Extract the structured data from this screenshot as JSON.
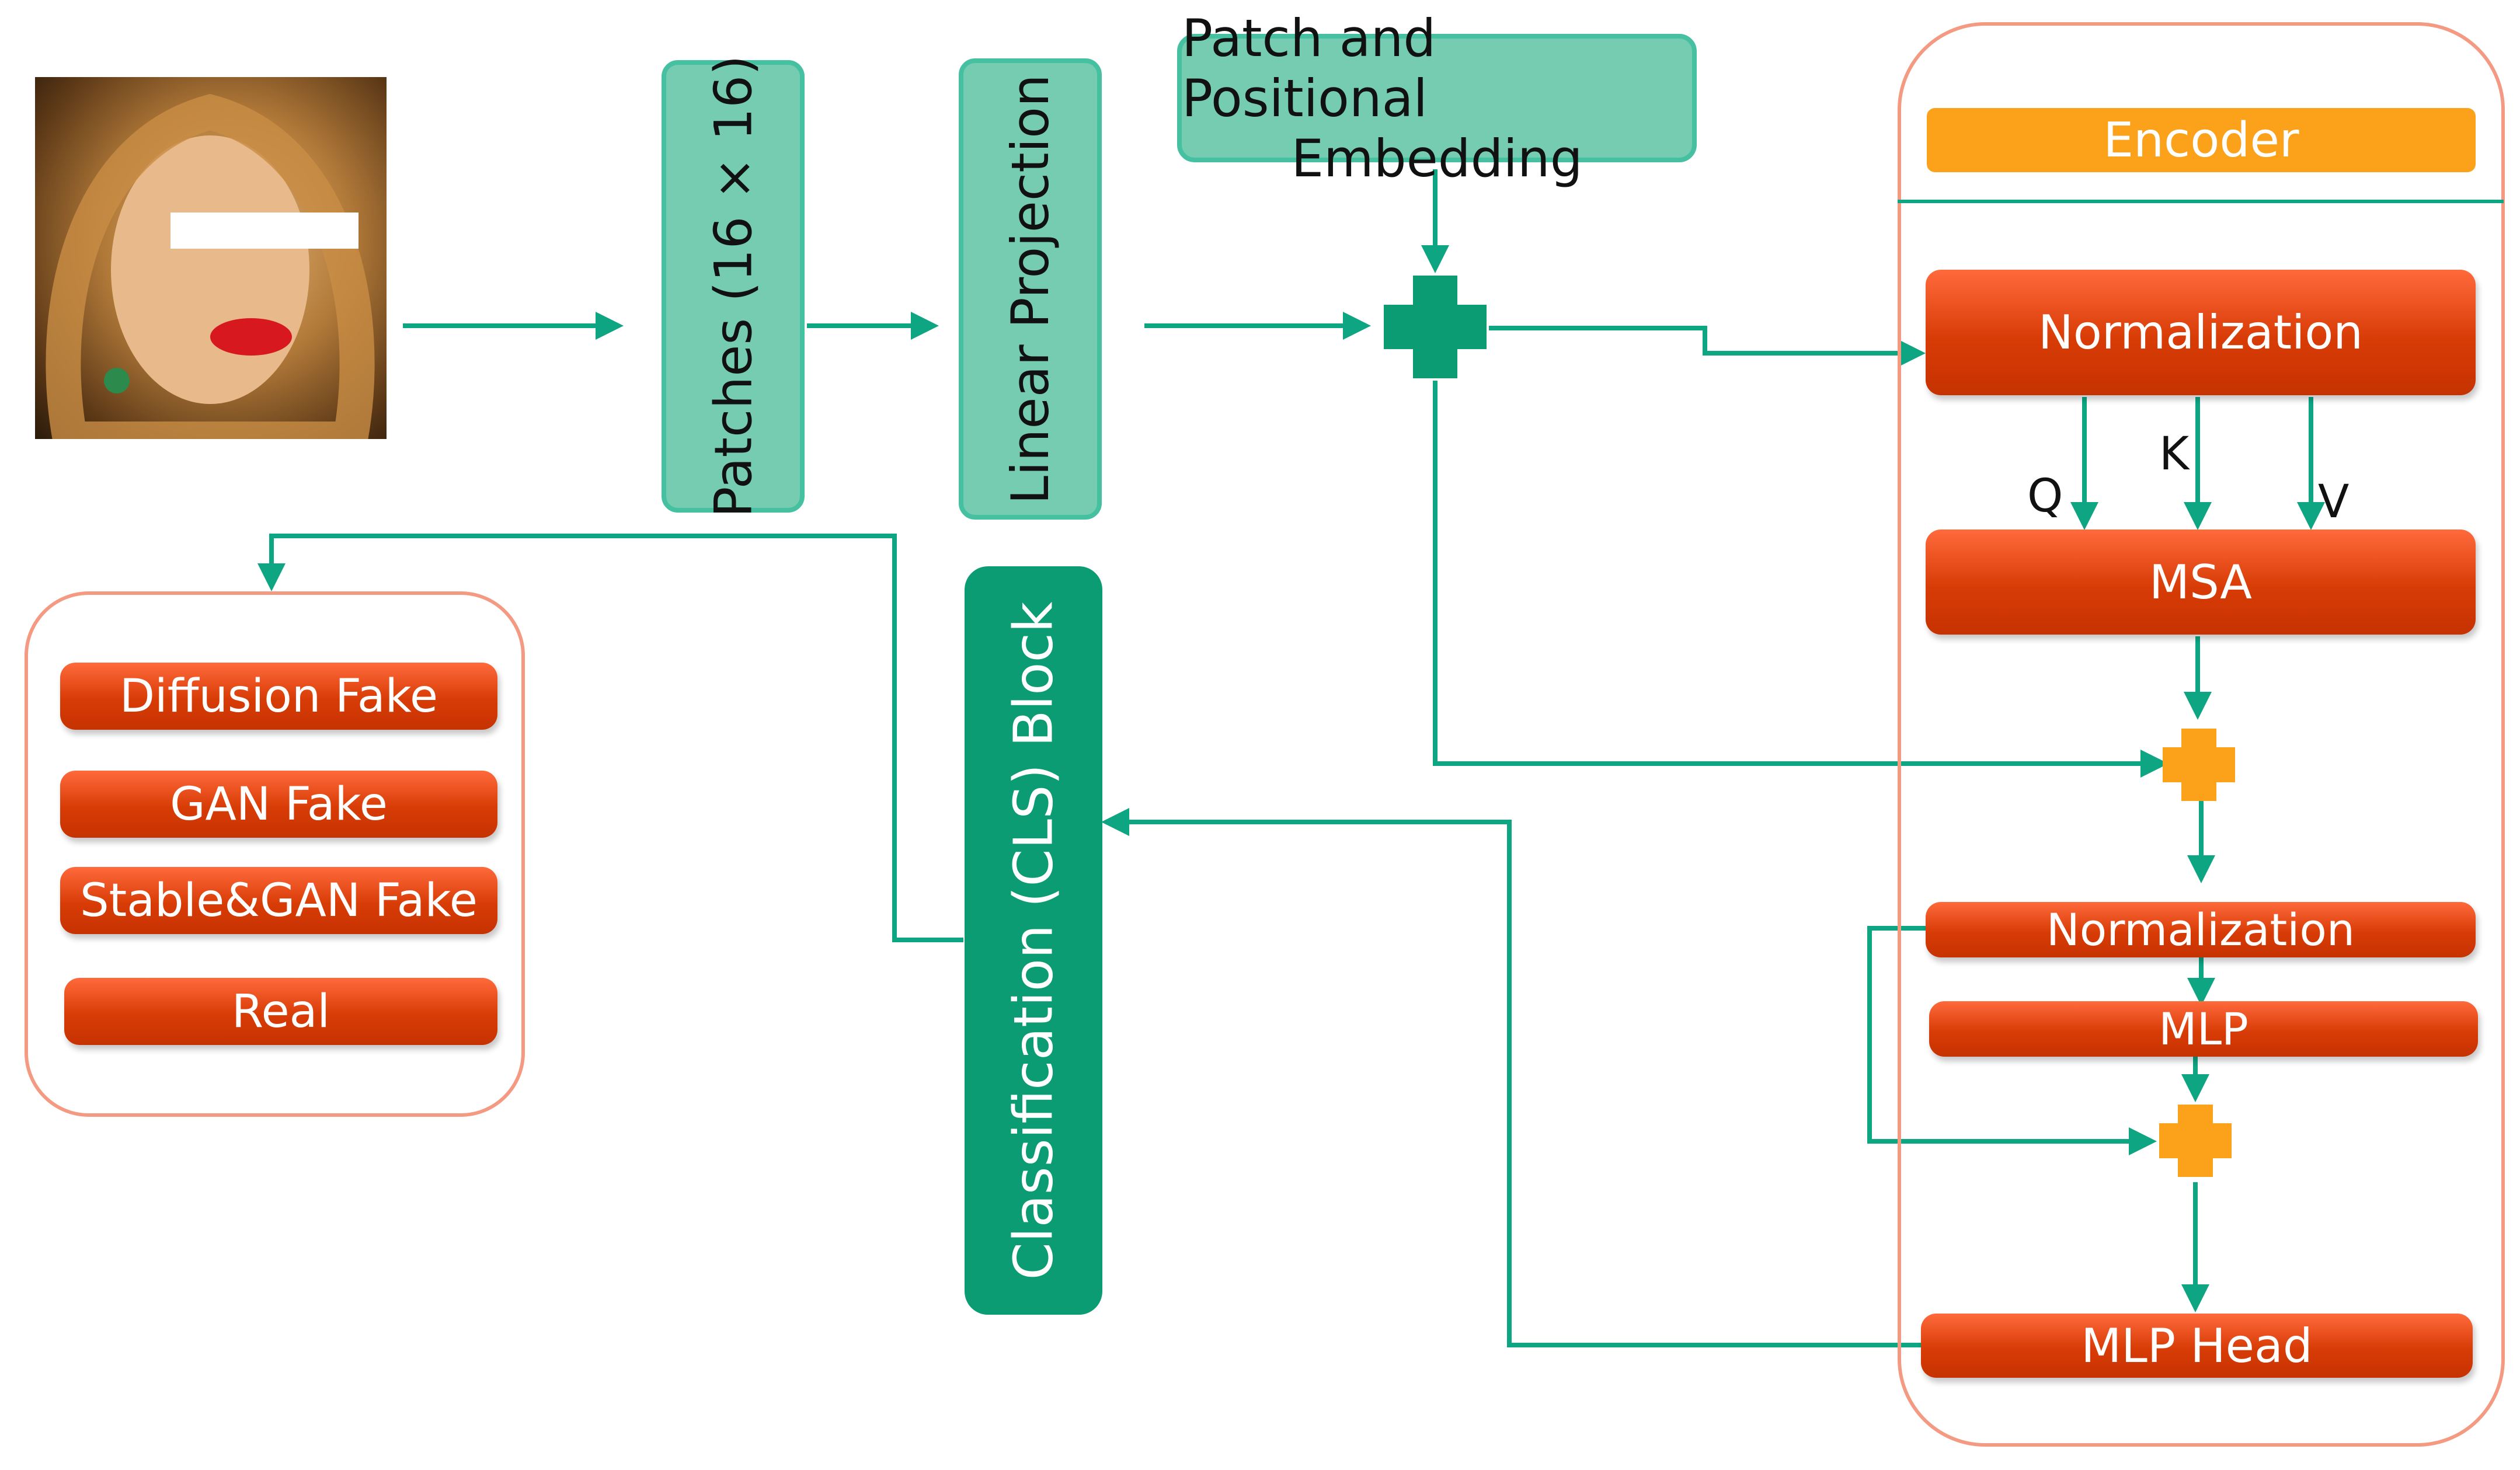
{
  "colors": {
    "teal_light": "#75ccb0",
    "teal_dark": "#0c9c73",
    "arrow": "#0ea583",
    "red_block": "#d83c06",
    "orange": "#fba21a",
    "frame": "#f49a82"
  },
  "input_image": {
    "icon": "face-photo-icon"
  },
  "patches": "Patches (16 × 16)",
  "linear_projection": "Linear Projection",
  "embedding": {
    "line1": "Patch and Positional",
    "line2": "Embedding"
  },
  "classification_block": "Classification (CLS) Block",
  "outputs": [
    "Diffusion Fake",
    "GAN Fake",
    "Stable&GAN Fake",
    "Real"
  ],
  "encoder": {
    "title": "Encoder",
    "normalization_1": "Normalization",
    "q": "Q",
    "k": "K",
    "v": "V",
    "msa": "MSA",
    "normalization_2": "Normalization",
    "mlp": "MLP",
    "mlp_head": "MLP Head"
  }
}
